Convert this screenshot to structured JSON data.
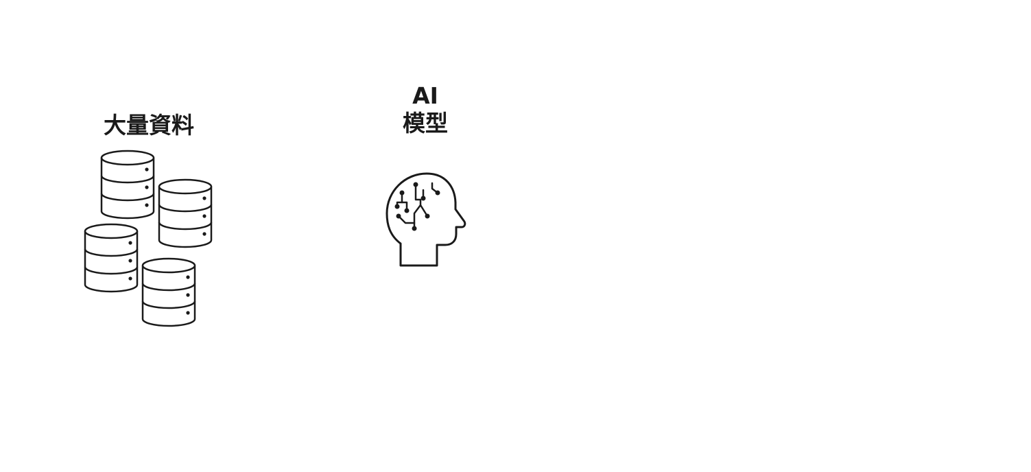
{
  "data_node": {
    "label": "大量資料",
    "icon": "database-stack-icon"
  },
  "ai_node": {
    "label_line1": "AI",
    "label_line2": "模型",
    "icon": "ai-brain-head-icon"
  },
  "colors": {
    "background": "#ffffff",
    "stroke": "#1a1a1a",
    "text": "#1a1a1a"
  }
}
